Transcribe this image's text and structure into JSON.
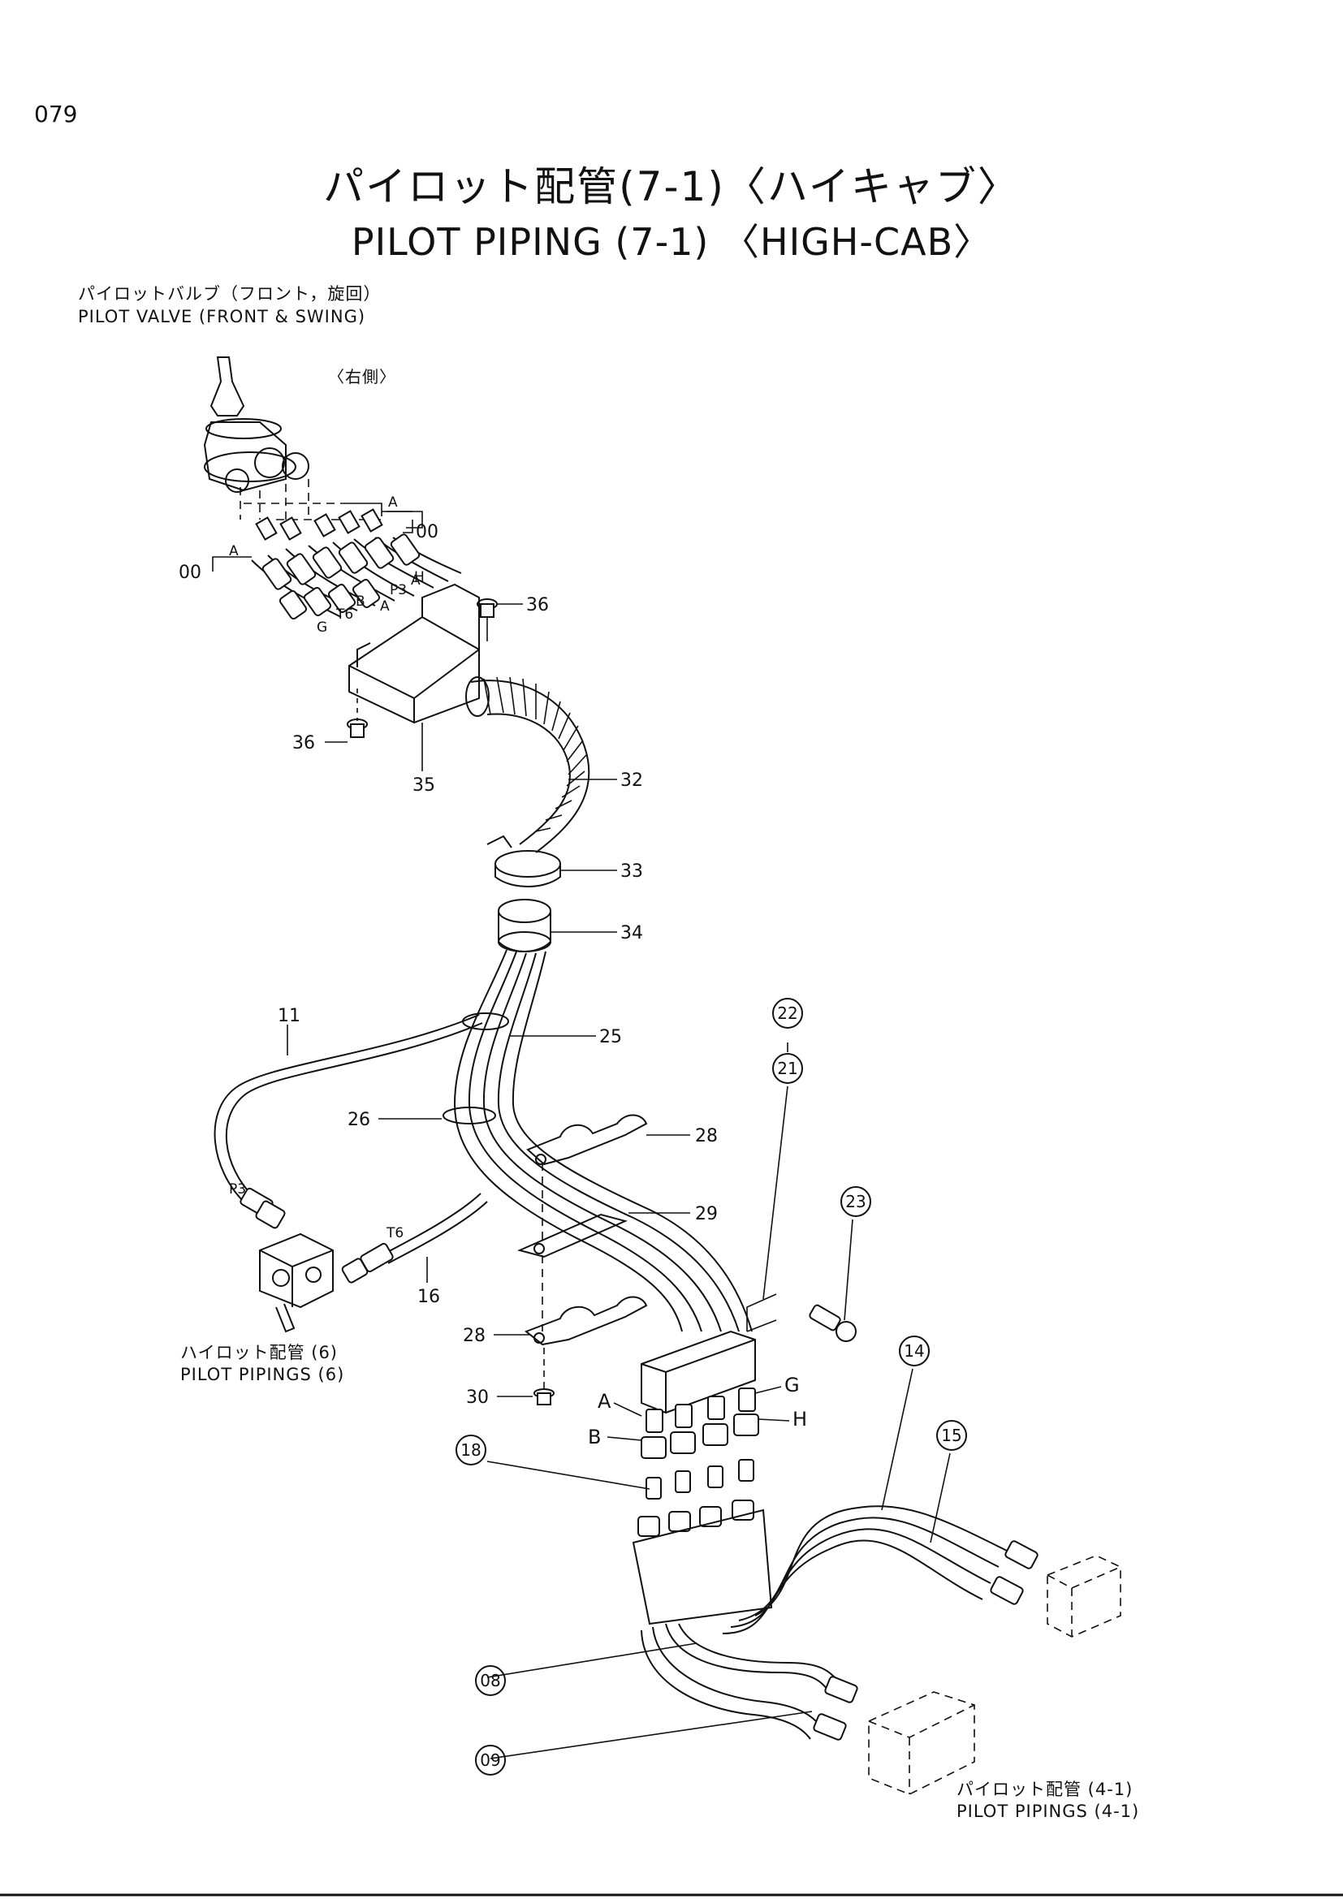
{
  "page": {
    "number": "079",
    "title_jp": "パイロット配管(7-1)〈ハイキャブ〉",
    "title_en": "PILOT   PIPING (7-1) 〈HIGH-CAB〉"
  },
  "captions": {
    "valve_jp": "パイロットバルブ（フロント，旋回）",
    "valve_en": "PILOT  VALVE (FRONT & SWING)",
    "side_jp": "〈右側〉",
    "piping6_jp": "ハイロット配管 (6)",
    "piping6_en": "PILOT  PIPINGS (6)",
    "piping41_jp": "パイロット配管 (4-1)",
    "piping41_en": "PILOT  PIPINGS (4-1)"
  },
  "part_labels": {
    "p00a": "00",
    "p00b": "00",
    "p36a": "36",
    "p36b": "36",
    "p35": "35",
    "p32": "32",
    "p33": "33",
    "p34": "34",
    "p25": "25",
    "p11": "11",
    "p26": "26",
    "p28a": "28",
    "p29": "29",
    "p28b": "28",
    "p16": "16",
    "p30": "30"
  },
  "circled_labels": {
    "c22": "22",
    "c21": "21",
    "c23": "23",
    "c14": "14",
    "c15": "15",
    "c18": "18",
    "c08": "08",
    "c09": "09"
  },
  "port_letters": {
    "a1": "A",
    "a2": "A",
    "a3": "A",
    "a4": "A",
    "p3": "P3",
    "h1": "H",
    "b1": "B",
    "t6": "T6",
    "g1": "G",
    "p3b": "P3",
    "t6b": "T6",
    "a5": "A",
    "b2": "B",
    "g2": "G",
    "h2": "H"
  }
}
